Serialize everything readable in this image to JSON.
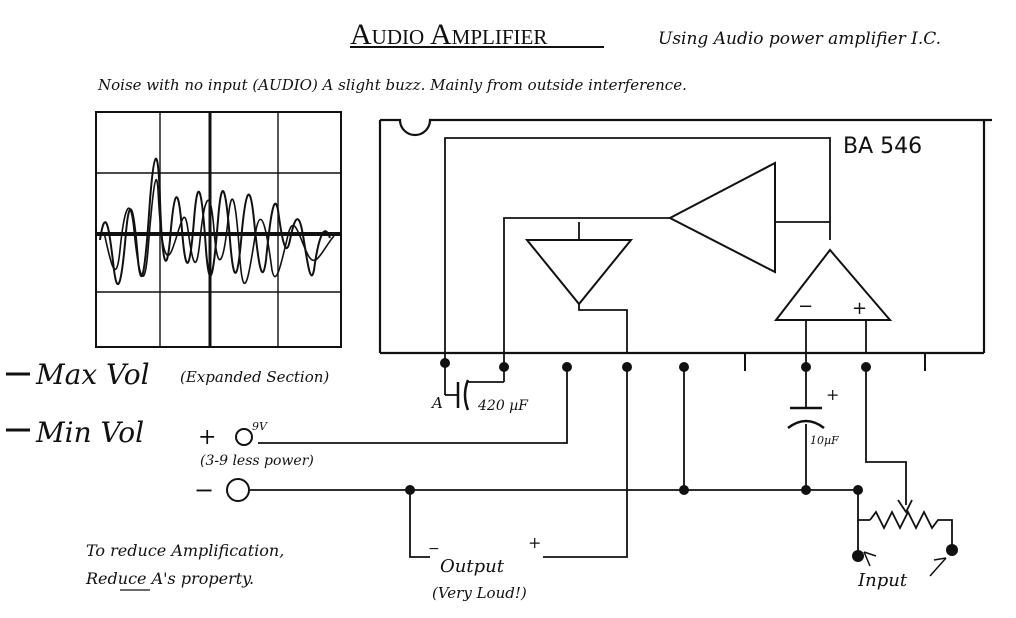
{
  "title": "Audio Amplifier",
  "subtitle": "Using Audio power amplifier I.C.",
  "noise_note": "Noise with no input (AUDIO) A slight buzz. Mainly from outside interference.",
  "ic_name": "BA 546",
  "opamp_minus": "−",
  "opamp_plus": "+",
  "capacitor_a_label": "A",
  "capacitor_a_value": "420 µF",
  "capacitor_10_value": "10µF",
  "capacitor_10_polarity": "+",
  "max_vol_label": "Max Vol",
  "expanded_note": "(Expanded Section)",
  "min_vol_label": "Min Vol",
  "plus_terminal": "+",
  "supply_voltage": "9V",
  "supply_note": "(3-9 less power)",
  "minus_terminal": "−",
  "output_label": "Output",
  "output_note": "(Very Loud!)",
  "output_minus": "−",
  "output_plus": "+",
  "input_label": "Input",
  "reduce_note_line1": "To reduce Amplification,",
  "reduce_note_line2": "Reduce A's property."
}
